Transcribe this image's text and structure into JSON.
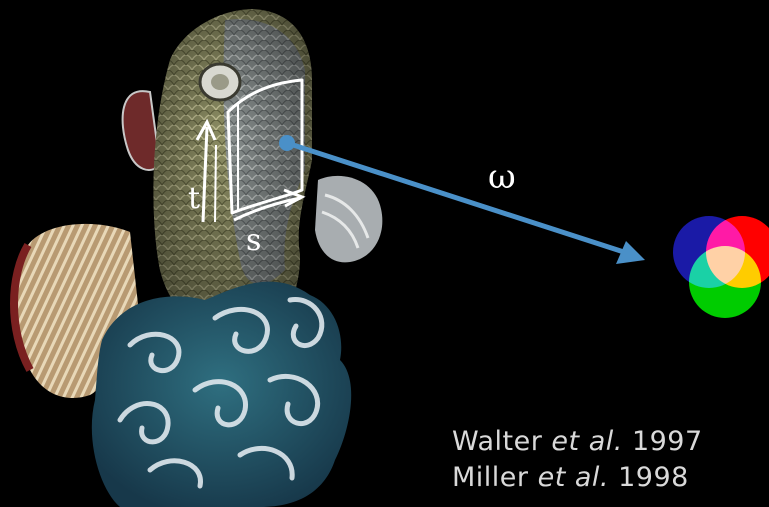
{
  "labels": {
    "t": "t",
    "s": "s",
    "omega": "ω"
  },
  "references": [
    {
      "author": "Walter",
      "etal": "et al.",
      "year": "1997"
    },
    {
      "author": "Miller",
      "etal": "et al.",
      "year": "1998"
    }
  ],
  "colors": {
    "background": "#000000",
    "ray": "#4a90c8",
    "red": "#ff0000",
    "green": "#00cc00",
    "blue": "#1a1aa6",
    "curve_lines": "#ffffff",
    "reference_text": "#d9d9d9"
  }
}
